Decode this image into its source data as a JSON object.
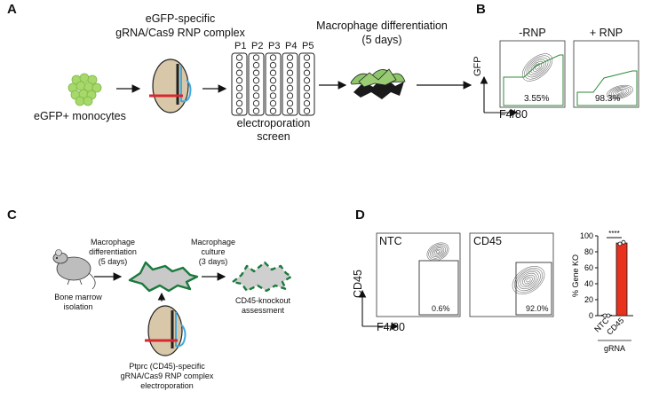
{
  "panels": {
    "A": {
      "letter": "A",
      "monocytes_label": "eGFP+ monocytes",
      "rnp_label_line1": "eGFP-specific",
      "rnp_label_line2": "gRNA/Cas9 RNP complex",
      "plate_columns": [
        "P1",
        "P2",
        "P3",
        "P4",
        "P5"
      ],
      "screen_label_line1": "electroporation",
      "screen_label_line2": "screen",
      "diff_label_line1": "Macrophage differentiation",
      "diff_label_line2": "(5 days)"
    },
    "B": {
      "letter": "B",
      "plots": [
        {
          "title": "-RNP",
          "gate_value": "3.55%"
        },
        {
          "title": "+ RNP",
          "gate_value": "98.3%"
        }
      ],
      "y_axis_label": "GFP",
      "x_axis_label": "F4/80"
    },
    "C": {
      "letter": "C",
      "bone_marrow_line1": "Bone marrow",
      "bone_marrow_line2": "isolation",
      "diff_line1": "Macrophage",
      "diff_line2": "differentiation",
      "diff_line3": "(5 days)",
      "culture_line1": "Macrophage",
      "culture_line2": "culture",
      "culture_line3": "(3 days)",
      "assessment_line1": "CD45-knockout",
      "assessment_line2": "assessment",
      "rnp_line1": "Ptprc (CD45)-specific",
      "rnp_line2": "gRNA/Cas9 RNP complex",
      "rnp_line3": "electroporation"
    },
    "D": {
      "letter": "D",
      "plots": [
        {
          "title": "NTC",
          "gate_value": "0.6%"
        },
        {
          "title": "CD45",
          "gate_value": "92.0%"
        }
      ],
      "y_axis_label": "CD45",
      "x_axis_label": "F4/80"
    }
  },
  "colors": {
    "gfp_green": "#a6d96a",
    "gate_green": "#2e8b3a",
    "macrophage_green": "#1a7a3c",
    "bar_red": "#e8321e",
    "rna_blue": "#3fa9e0",
    "dna_red": "#d7282f"
  },
  "chart_data": {
    "type": "bar",
    "categories": [
      "NTC",
      "CD45"
    ],
    "values": [
      0.5,
      91
    ],
    "points": [
      [
        0,
        0
      ],
      [
        90,
        92
      ]
    ],
    "ylabel": "% Gene KO",
    "xlabel": "gRNA",
    "ylim": [
      0,
      100
    ],
    "yticks": [
      0,
      20,
      40,
      60,
      80,
      100
    ],
    "significance": "****"
  }
}
